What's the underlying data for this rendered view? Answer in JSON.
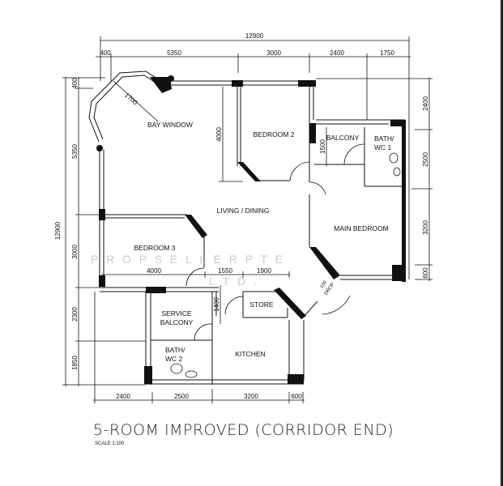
{
  "plan": {
    "title": "5-ROOM IMPROVED (CORRIDOR END)",
    "scale": "SCALE   1:100",
    "watermark": [
      "P R O P S E L L E R   P T E",
      "L T D ."
    ],
    "rooms": {
      "bay_window": "BAY WINDOW",
      "bedroom_2": "BEDROOM 2",
      "balcony": "BALCONY",
      "bath_wc1_a": "BATH/",
      "bath_wc1_b": "WC 1",
      "living_dining": "LIVING / DINING",
      "main_bedroom": "MAIN BEDROOM",
      "bedroom_3": "BEDROOM 3",
      "service_balcony_a": "SERVICE",
      "service_balcony_b": "BALCONY",
      "store": "STORE",
      "bath_wc2_a": "BATH/",
      "bath_wc2_b": "WC 2",
      "kitchen": "KITCHEN",
      "drop_a": "100",
      "drop_b": "DROP"
    },
    "dimensions": {
      "top_overall": "12900",
      "top": [
        "400",
        "5350",
        "3000",
        "2400",
        "1750"
      ],
      "left_overall": "12900",
      "left": [
        "400",
        "5350",
        "3000",
        "2300",
        "1850"
      ],
      "right": [
        "2400",
        "2500",
        "3200",
        "600"
      ],
      "bottom": [
        "2400",
        "2500",
        "3200",
        "600"
      ],
      "bay_diagonal": "1700",
      "bedroom2_depth": "4000",
      "balcony_depth": "1500",
      "store_depth": "1400",
      "inner": [
        "4000",
        "1550",
        "1900"
      ]
    }
  }
}
